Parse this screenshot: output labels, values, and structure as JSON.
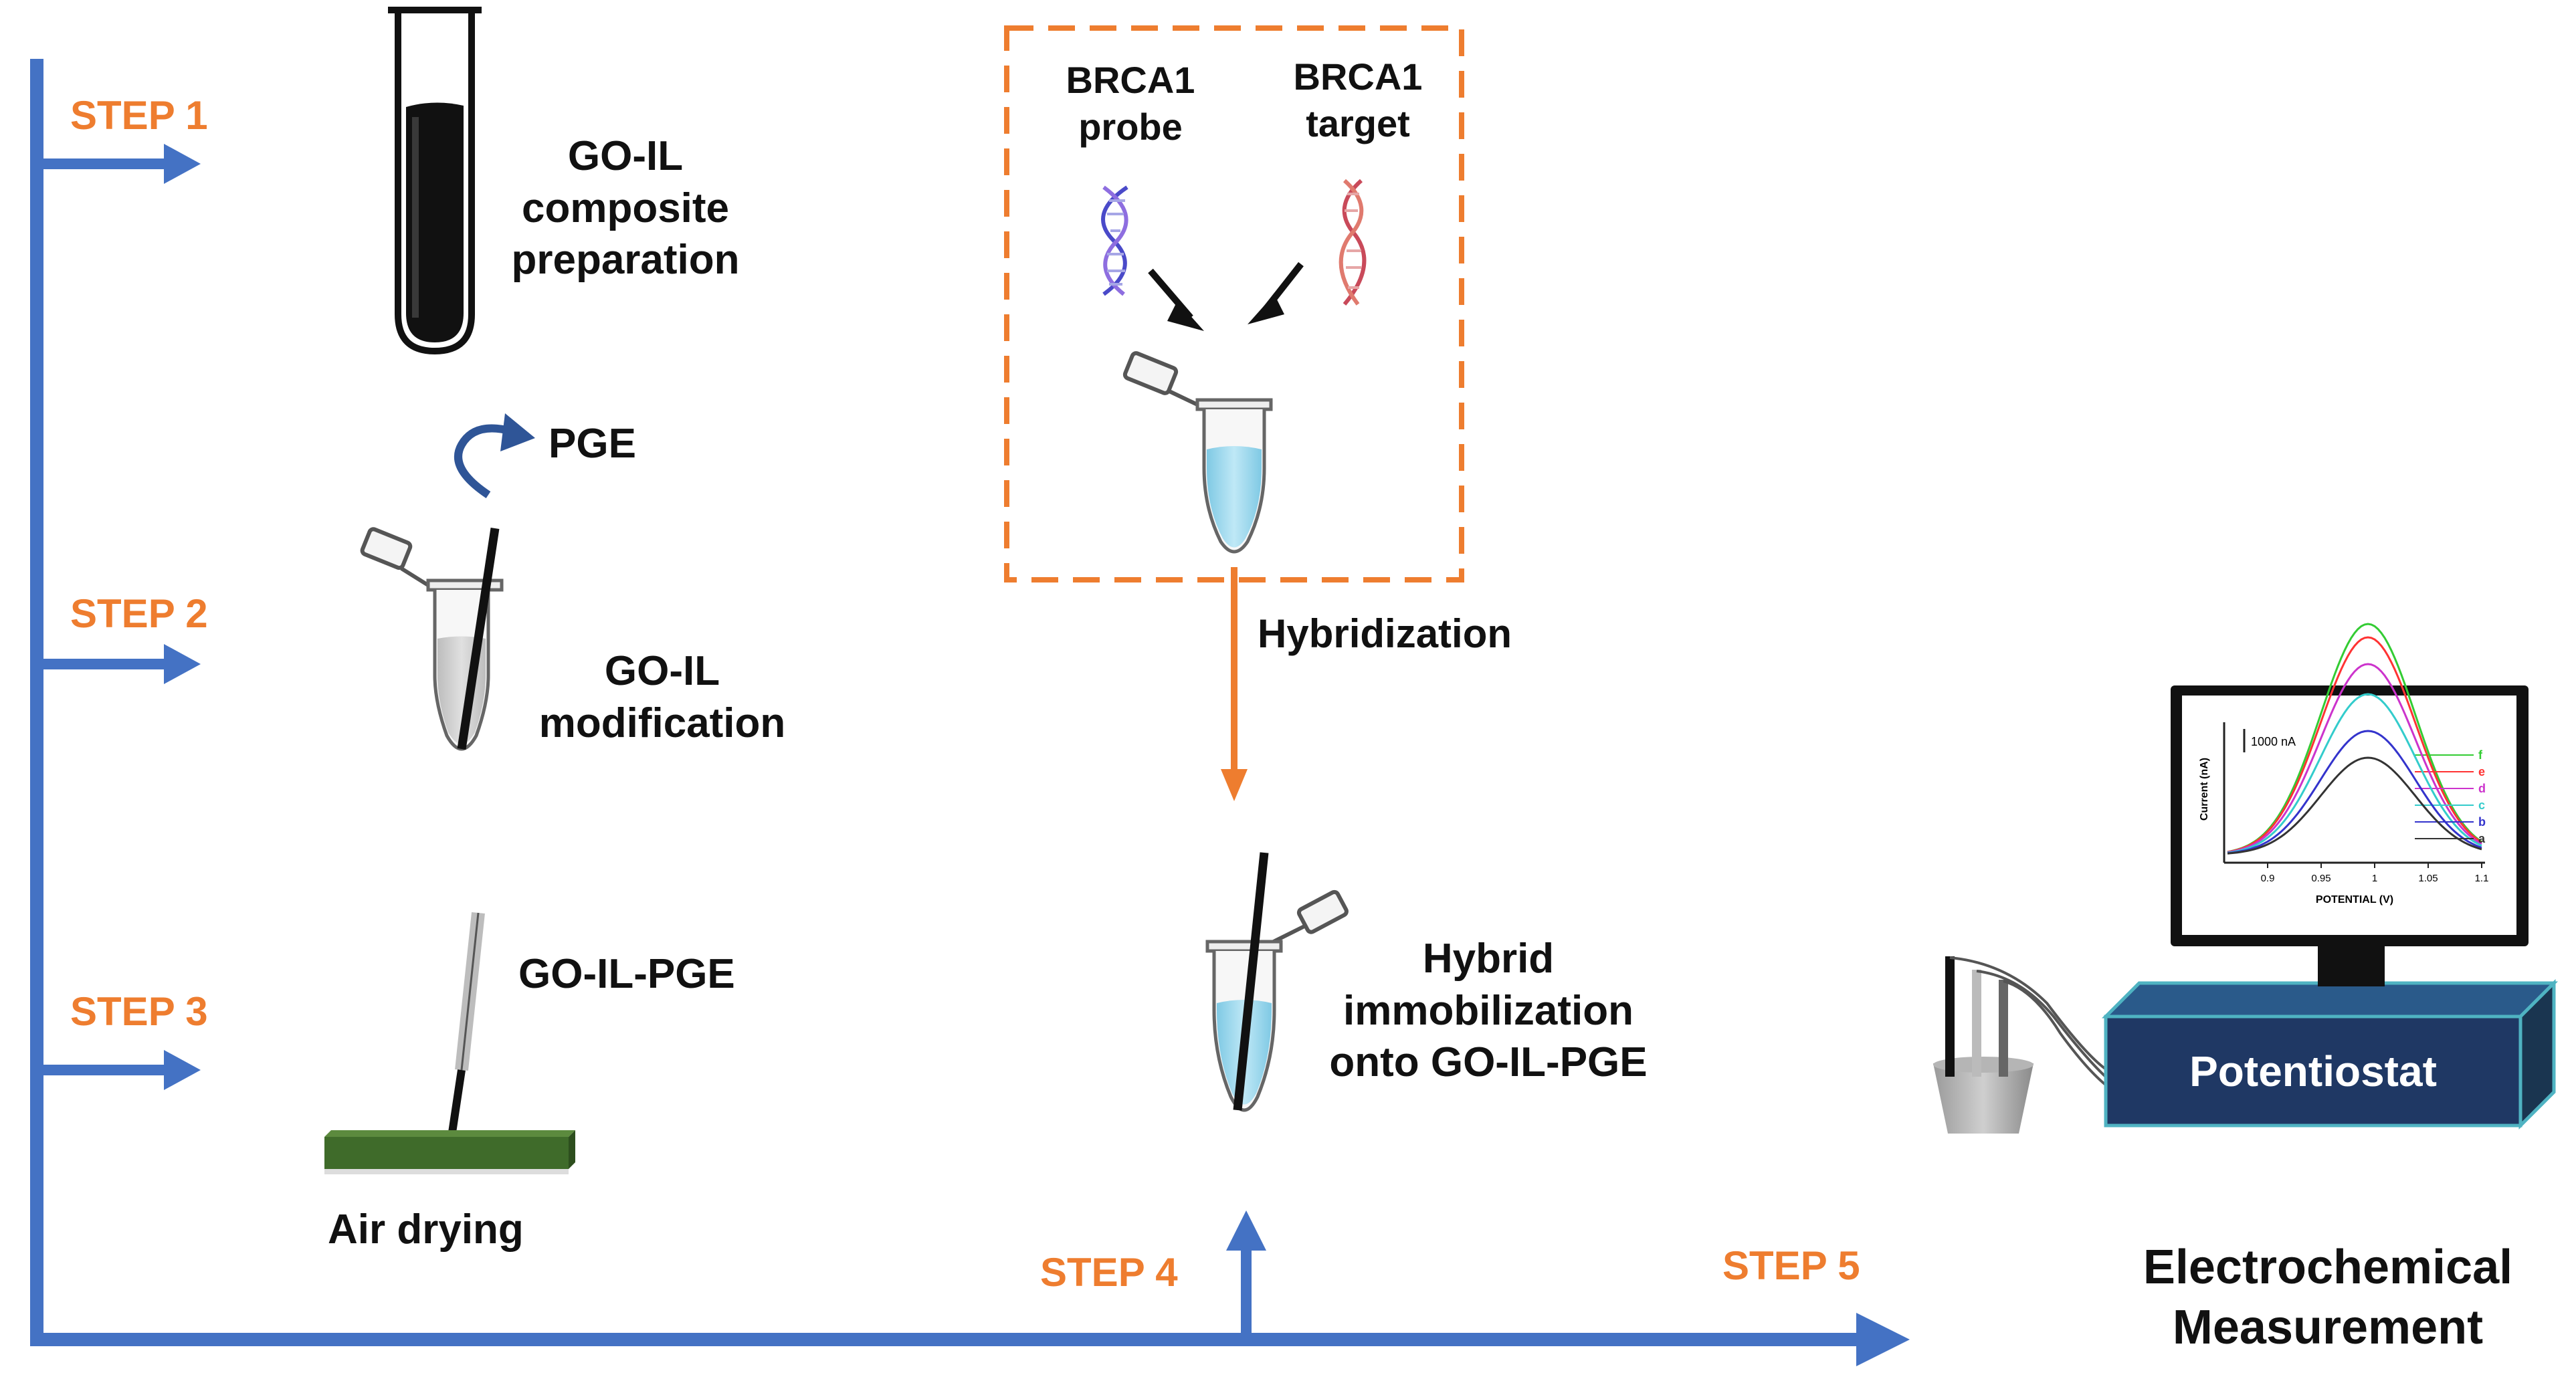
{
  "steps": {
    "step1": "STEP 1",
    "step2": "STEP 2",
    "step3": "STEP 3",
    "step4": "STEP 4",
    "step5": "STEP 5"
  },
  "step1": {
    "line1": "GO-IL",
    "line2": "composite",
    "line3": "preparation"
  },
  "step2": {
    "pge": "PGE",
    "line1": "GO-IL",
    "line2": "modification"
  },
  "step3": {
    "electrode": "GO-IL-PGE",
    "drying": "Air drying"
  },
  "hybridization_box": {
    "probe_line1": "BRCA1",
    "probe_line2": "probe",
    "target_line1": "BRCA1",
    "target_line2": "target",
    "hybridization": "Hybridization"
  },
  "step4": {
    "line1": "Hybrid",
    "line2": "immobilization",
    "line3": "onto GO-IL-PGE"
  },
  "step5": {
    "line1": "Electrochemical",
    "line2": "Measurement",
    "potentiostat": "Potentiostat",
    "plot_scale": "1000 nA",
    "plot_ylabel": "Current (nA)",
    "plot_xlabel": "POTENTIAL (V)",
    "plot_xticks": [
      "0.9",
      "0.95",
      "1",
      "1.05",
      "1.1"
    ],
    "curve_labels": [
      "f",
      "e",
      "d",
      "c",
      "b",
      "a"
    ]
  },
  "colors": {
    "axis_blue": "#4472c4",
    "step_orange": "#ee7d2f",
    "potentiostat_navy": "#1f3864",
    "potentiostat_teal": "#4fb3c2",
    "solution_blue": "#8fd3ea",
    "curve_colors": [
      "#33cc33",
      "#ff3333",
      "#cc33cc",
      "#33cccc",
      "#3333cc",
      "#333333"
    ]
  }
}
